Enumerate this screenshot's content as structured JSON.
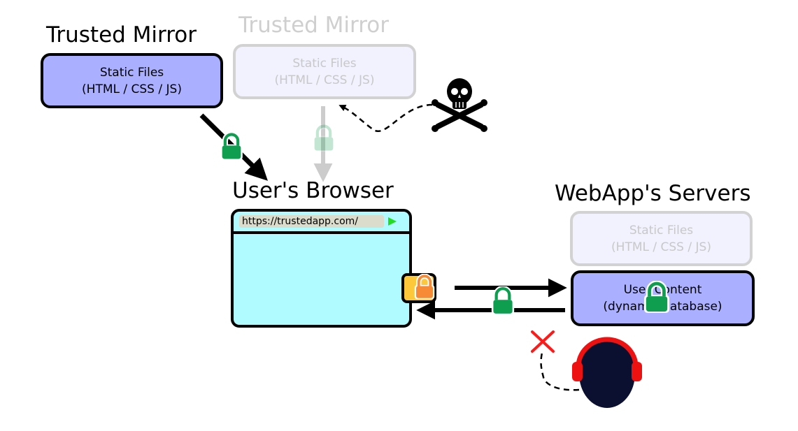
{
  "trusted_mirror": {
    "title": "Trusted Mirror",
    "static_files_line1": "Static Files",
    "static_files_line2": "(HTML / CSS / JS)"
  },
  "compromised_mirror": {
    "title": "Trusted Mirror",
    "static_files_line1": "Static Files",
    "static_files_line2": "(HTML / CSS / JS)"
  },
  "browser": {
    "title": "User's Browser",
    "url": "https://trustedapp.com/"
  },
  "servers": {
    "title": "WebApp's Servers",
    "static_files_line1": "Static Files",
    "static_files_line2": "(HTML / CSS / JS)",
    "user_content_line1": "User Content",
    "user_content_line2": "(dynamic database)"
  },
  "icons": [
    "lock-icon",
    "skull-crossbones-icon",
    "eavesdropper-icon",
    "blocked-x-icon",
    "go-arrow-icon"
  ],
  "colors": {
    "solid_box": "#aab0ff",
    "browser_fill": "#b0fbff",
    "lock_green": "#0f9d50",
    "lock_orange": "#f78a35",
    "lock_box_yellow": "#fdc93b",
    "blocked_red": "#ff1a1a",
    "headphones_red": "#ee1111",
    "eavesdropper_navy": "#0b1030"
  }
}
